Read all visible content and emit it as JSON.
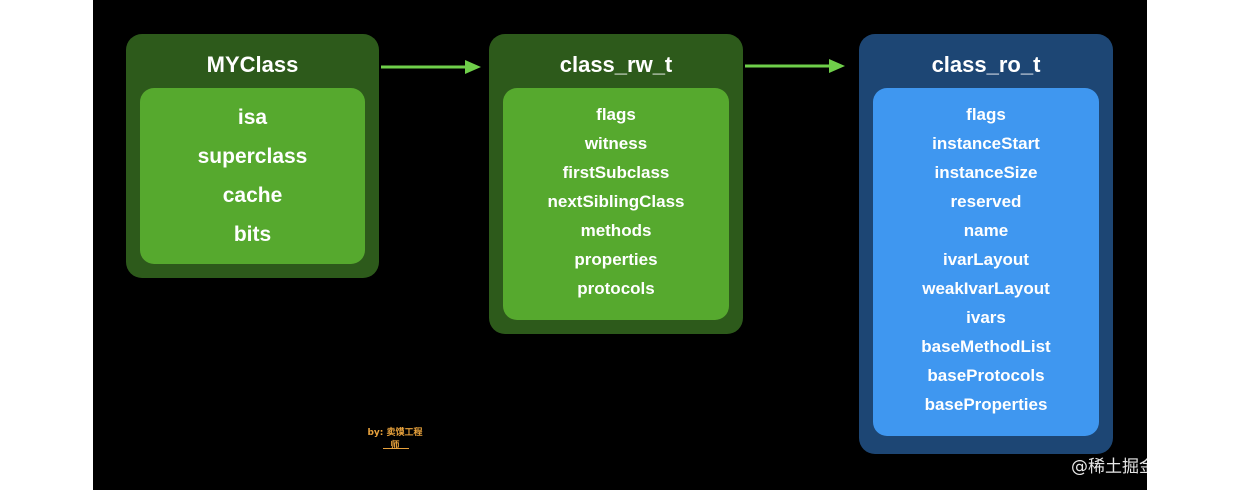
{
  "diagram": {
    "boxes": [
      {
        "title": "MYClass",
        "fields": [
          "isa",
          "superclass",
          "cache",
          "bits"
        ],
        "color": "#56a92e"
      },
      {
        "title": "class_rw_t",
        "fields": [
          "flags",
          "witness",
          "firstSubclass",
          "nextSiblingClass",
          "methods",
          "properties",
          "protocols"
        ],
        "color": "#56a92e"
      },
      {
        "title": "class_ro_t",
        "fields": [
          "flags",
          "instanceStart",
          "instanceSize",
          "reserved",
          "name",
          "ivarLayout",
          "weakIvarLayout",
          "ivars",
          "baseMethodList",
          "baseProtocols",
          "baseProperties"
        ],
        "color": "#3f97f0"
      }
    ],
    "arrow_color": "#6fcf4a"
  },
  "credit": "by: 卖馍工程师",
  "watermark": "@稀土掘金技术社区"
}
